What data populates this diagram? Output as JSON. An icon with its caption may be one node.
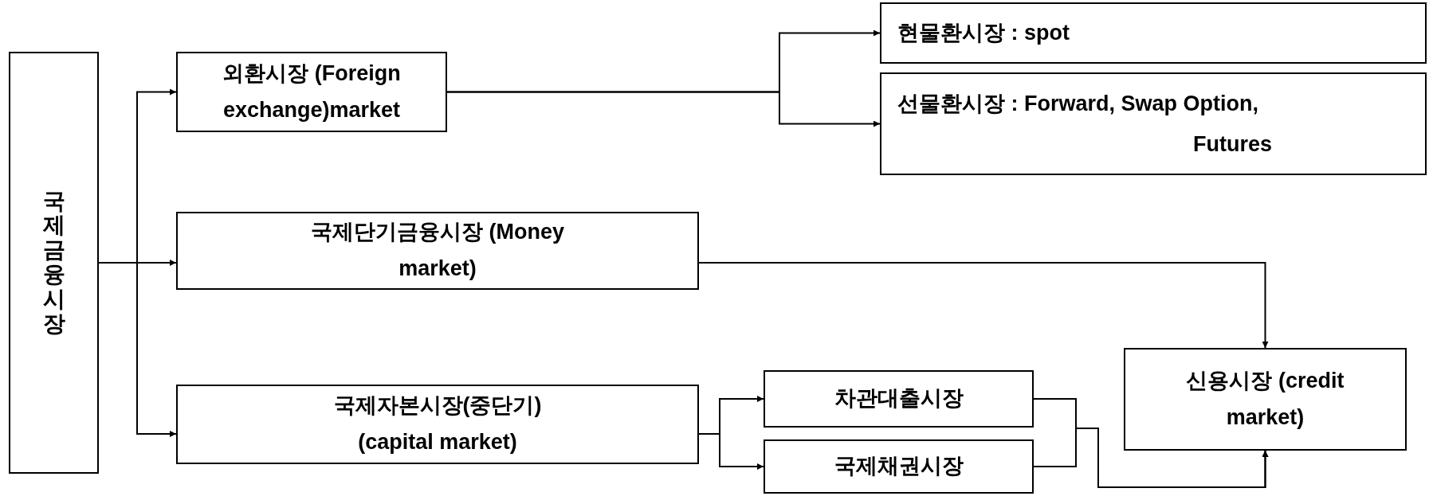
{
  "diagram": {
    "nodes": [
      {
        "text": [
          "국제금융시장"
        ]
      },
      {
        "text": [
          "외환시장 (Foreign exchange)market"
        ]
      },
      {
        "text": [
          "현물환시장 : spot"
        ]
      },
      {
        "text": [
          "선물환시장 : Forward, Swap Option, Futures"
        ]
      },
      {
        "text": [
          "국제단기금융시장 (Money market)"
        ]
      },
      {
        "text": [
          "국제자본시장(중단기) (capital market)"
        ]
      },
      {
        "text": [
          "차관대출시장"
        ]
      },
      {
        "text": [
          "국제채권시장"
        ]
      },
      {
        "text": [
          "신용시장 (credit market)"
        ]
      }
    ],
    "edges": [
      {
        "from": 0,
        "to": 1,
        "arrow": "to"
      },
      {
        "from": 0,
        "to": 4,
        "arrow": "to"
      },
      {
        "from": 0,
        "to": 5,
        "arrow": "to"
      },
      {
        "from": 1,
        "to": 2,
        "arrow": "to"
      },
      {
        "from": 1,
        "to": 3,
        "arrow": "to"
      },
      {
        "from": 4,
        "to": 8,
        "arrow": "to"
      },
      {
        "from": 5,
        "to": 6,
        "arrow": "to"
      },
      {
        "from": 5,
        "to": 7,
        "arrow": "to"
      },
      {
        "from": 6,
        "to": 8,
        "arrow": "to"
      },
      {
        "from": 7,
        "to": 8,
        "arrow": "to"
      }
    ]
  }
}
